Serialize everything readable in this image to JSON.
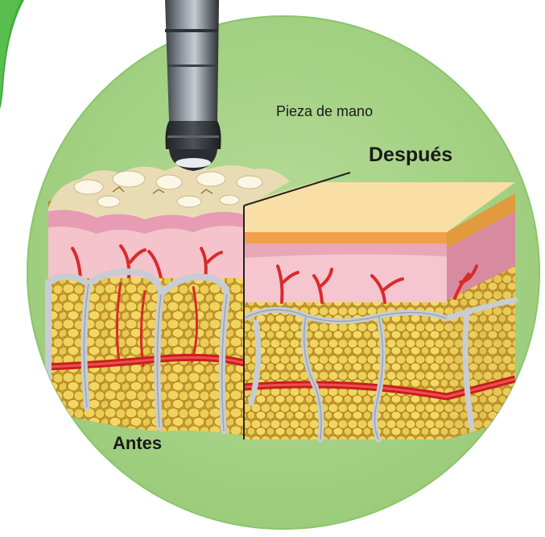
{
  "labels": {
    "handpiece": "Pieza de mano",
    "after": "Después",
    "before": "Antes"
  },
  "colors": {
    "circle_fill": "#a7d487",
    "circle_edge": "#8ac56c",
    "left_arc": "#3fae3c",
    "fat": "#e2c04c",
    "fat_dark": "#b5892a",
    "vessel": "#d92b2b",
    "septum": "#c9ced3",
    "dermis": "#f2c7cf",
    "epidermis_top": "#f9dfa5",
    "cellulite_top": "#e9dcb5"
  },
  "icons": {
    "handpiece": "handpiece-icon"
  }
}
